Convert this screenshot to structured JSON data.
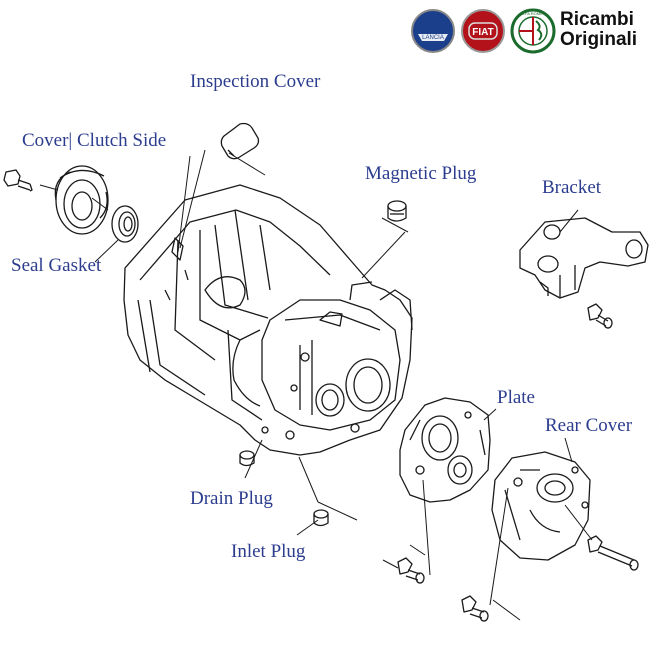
{
  "brand": {
    "line1": "Ricambi",
    "line2": "Originali",
    "logos": [
      {
        "name": "lancia-logo",
        "text": "LANCIA",
        "color": "#1c3f8c"
      },
      {
        "name": "fiat-logo",
        "text": "FIAT",
        "color": "#b3121b"
      },
      {
        "name": "alfa-romeo-logo",
        "text": "ALFA ROMEO",
        "color": "#1b6b2d"
      }
    ]
  },
  "labels": {
    "inspection_cover": "Inspection Cover",
    "cover_clutch_side": "Cover| Clutch Side",
    "magnetic_plug": "Magnetic Plug",
    "bracket": "Bracket",
    "seal_gasket": "Seal Gasket",
    "plate": "Plate",
    "rear_cover": "Rear Cover",
    "drain_plug": "Drain Plug",
    "inlet_plug": "Inlet Plug"
  },
  "colors": {
    "label": "#2c3d8f",
    "line": "#1a1a1a"
  }
}
